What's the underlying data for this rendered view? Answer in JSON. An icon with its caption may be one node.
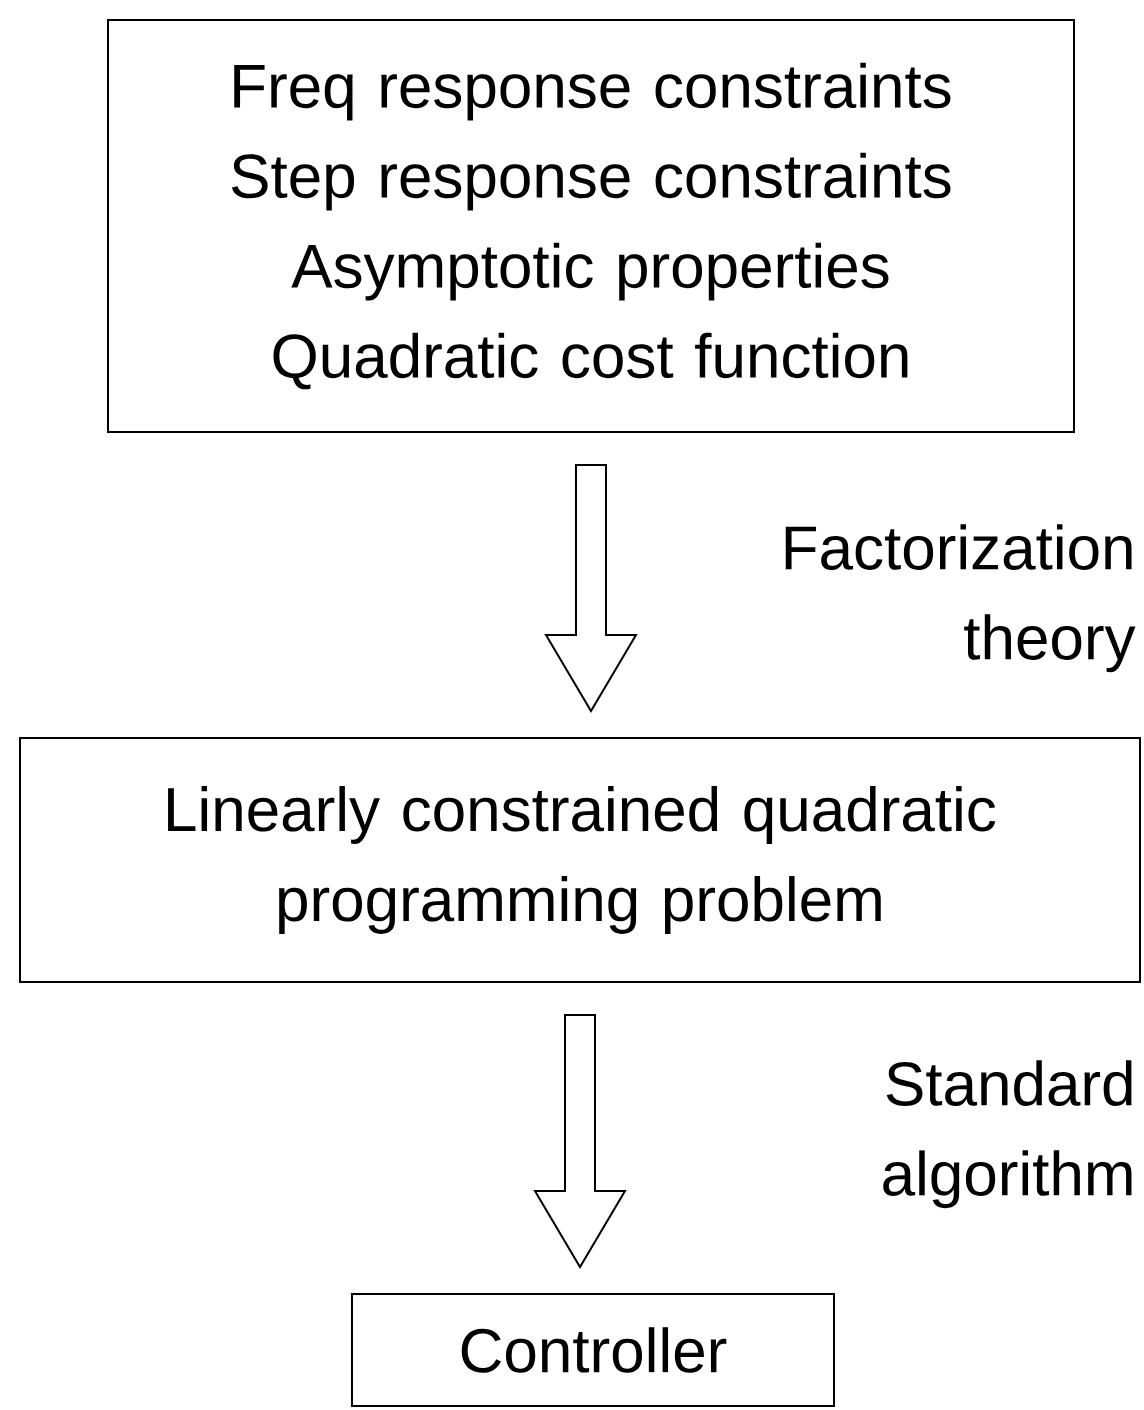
{
  "diagram": {
    "nodes": [
      {
        "text": [
          "Freq response constraints",
          "Step response constraints",
          "Asymptotic properties",
          "Quadratic cost function"
        ]
      },
      {
        "text": [
          "Linearly constrained quadratic programming problem"
        ]
      },
      {
        "text": [
          "Controller"
        ]
      }
    ],
    "edges": [
      {
        "from": 0,
        "to": 1,
        "arrow": "to",
        "label": "Factorization theory"
      },
      {
        "from": 1,
        "to": 2,
        "arrow": "to",
        "label": "Standard algorithm"
      }
    ]
  }
}
